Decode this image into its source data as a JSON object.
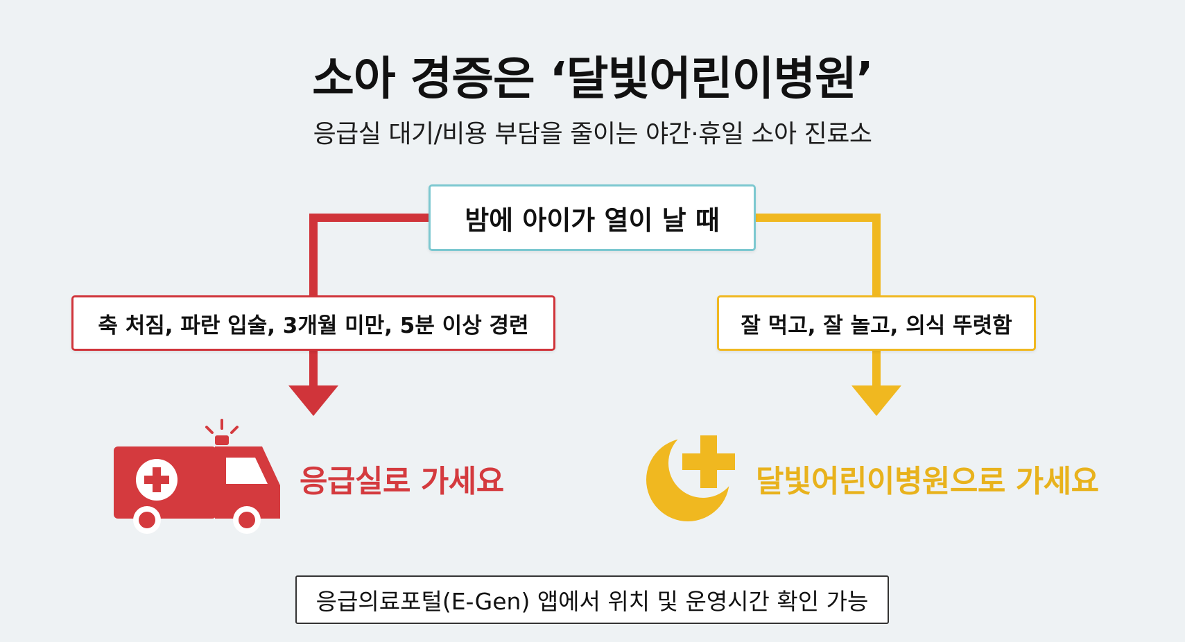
{
  "title": "소아 경증은 ‘달빛어린이병원’",
  "subtitle": "응급실 대기/비용 부담을 줄이는 야간·휴일 소아 진료소",
  "start_box": "밤에 아이가 열이 날 때",
  "left_branch": {
    "condition": "축 처짐, 파란 입술, 3개월 미만, 5분 이상 경련",
    "destination": "응급실로 가세요",
    "icon": "ambulance-icon",
    "color": "#d43a3e"
  },
  "right_branch": {
    "condition": "잘 먹고, 잘 놀고, 의식 뚜렷함",
    "destination": "달빛어린이병원으로 가세요",
    "icon": "moon-cross-icon",
    "color": "#f0b820"
  },
  "footer": "응급의료포털(E-Gen) 앱에서 위치 및 운영시간 확인 가능",
  "colors": {
    "background": "#eef2f4",
    "top_box_border": "#7cc8d0",
    "left": "#d0343a",
    "right": "#f0b820"
  }
}
